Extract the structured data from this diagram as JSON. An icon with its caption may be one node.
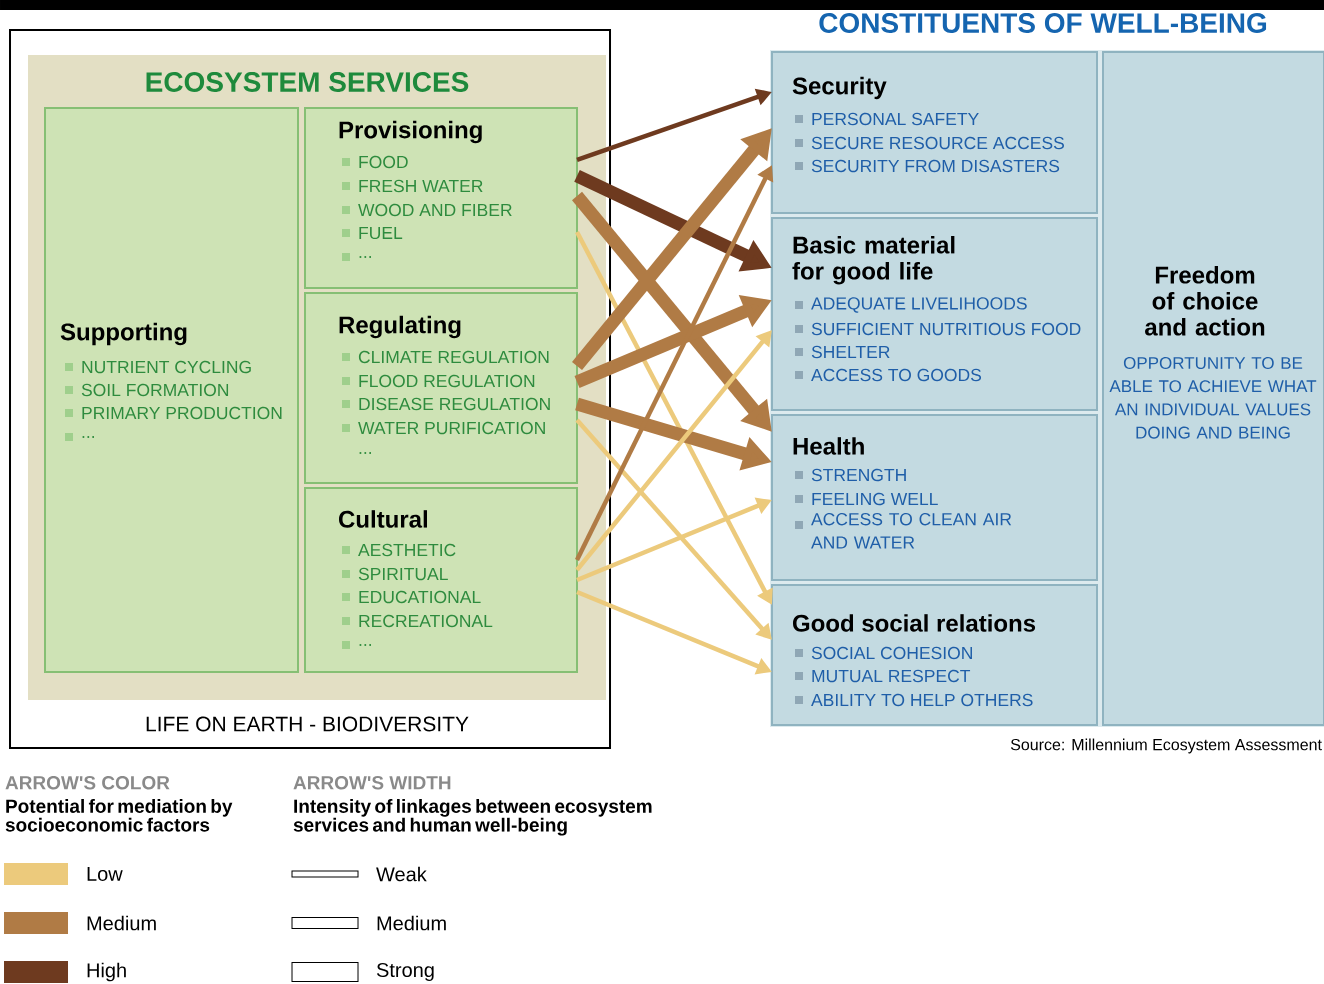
{
  "diagram": {
    "title": "CONSTITUENTS OF WELL-BEING",
    "nodes": [
      {
        "text": [
          "LIFE ON EARTH - BIODIVERSITY"
        ]
      },
      {
        "text": [
          "ECOSYSTEM SERVICES"
        ],
        "in": 0
      },
      {
        "text": [
          "Supporting",
          "NUTRIENT CYCLING",
          "SOIL FORMATION",
          "PRIMARY PRODUCTION",
          "..."
        ],
        "in": 1
      },
      {
        "text": [
          "Provisioning",
          "FOOD",
          "FRESH WATER",
          "WOOD AND FIBER",
          "FUEL",
          "..."
        ],
        "in": 1
      },
      {
        "text": [
          "Regulating",
          "CLIMATE REGULATION",
          "FLOOD REGULATION",
          "DISEASE REGULATION",
          "WATER PURIFICATION",
          "..."
        ],
        "in": 1
      },
      {
        "text": [
          "Cultural",
          "AESTHETIC",
          "SPIRITUAL",
          "EDUCATIONAL",
          "RECREATIONAL",
          "..."
        ],
        "in": 1
      },
      {
        "text": [],
        "shape": "box"
      },
      {
        "text": [
          "Security",
          "PERSONAL SAFETY",
          "SECURE RESOURCE ACCESS",
          "SECURITY FROM DISASTERS"
        ],
        "in": 6
      },
      {
        "text": [
          "Basic material for good life",
          "ADEQUATE LIVELIHOODS",
          "SUFFICIENT NUTRITIOUS FOOD",
          "SHELTER",
          "ACCESS TO GOODS"
        ],
        "in": 6
      },
      {
        "text": [
          "Health",
          "STRENGTH",
          "FEELING WELL",
          "ACCESS TO CLEAN AIR AND WATER"
        ],
        "in": 6
      },
      {
        "text": [
          "Good social relations",
          "SOCIAL COHESION",
          "MUTUAL RESPECT",
          "ABILITY TO HELP OTHERS"
        ],
        "in": 6
      },
      {
        "text": [
          "Freedom of choice and action",
          "OPPORTUNITY TO BE ABLE TO ACHIEVE WHAT AN INDIVIDUAL VALUES DOING AND BEING"
        ],
        "in": 6
      }
    ],
    "edges": [
      {
        "from": 3,
        "to": 7,
        "arrow": "to",
        "color": "#6e3a1f"
      },
      {
        "from": 3,
        "to": 8,
        "arrow": "to",
        "color": "#6e3a1f",
        "style": "thick"
      },
      {
        "from": 3,
        "to": 9,
        "arrow": "to",
        "style": "thick"
      },
      {
        "from": 3,
        "to": 10,
        "arrow": "to",
        "color": "#ecca7c"
      },
      {
        "from": 4,
        "to": 7,
        "arrow": "to",
        "style": "thick"
      },
      {
        "from": 4,
        "to": 8,
        "arrow": "to",
        "style": "thick"
      },
      {
        "from": 4,
        "to": 9,
        "arrow": "to",
        "style": "thick"
      },
      {
        "from": 4,
        "to": 10,
        "arrow": "to",
        "color": "#ecca7c"
      },
      {
        "from": 5,
        "to": 7,
        "arrow": "to"
      },
      {
        "from": 5,
        "to": 8,
        "arrow": "to",
        "color": "#ecca7c"
      },
      {
        "from": 5,
        "to": 9,
        "arrow": "to",
        "color": "#ecca7c"
      },
      {
        "from": 5,
        "to": 10,
        "arrow": "to",
        "color": "#ecca7c"
      }
    ],
    "labels": [
      "Source: Millennium Ecosystem Assessment",
      "ARROW'S COLOR",
      "Potential for mediation by socioeconomic factors",
      "ARROW'S WIDTH",
      "Intensity of linkages between ecosystem services and human well-being"
    ],
    "legend": [
      {
        "text": "Low",
        "color": "#ecca7c"
      },
      {
        "text": "Medium",
        "color": "#b07b45"
      },
      {
        "text": "High",
        "color": "#6e3a1f"
      },
      {
        "text": "Weak"
      },
      {
        "text": "Medium"
      },
      {
        "text": "Strong"
      }
    ]
  }
}
